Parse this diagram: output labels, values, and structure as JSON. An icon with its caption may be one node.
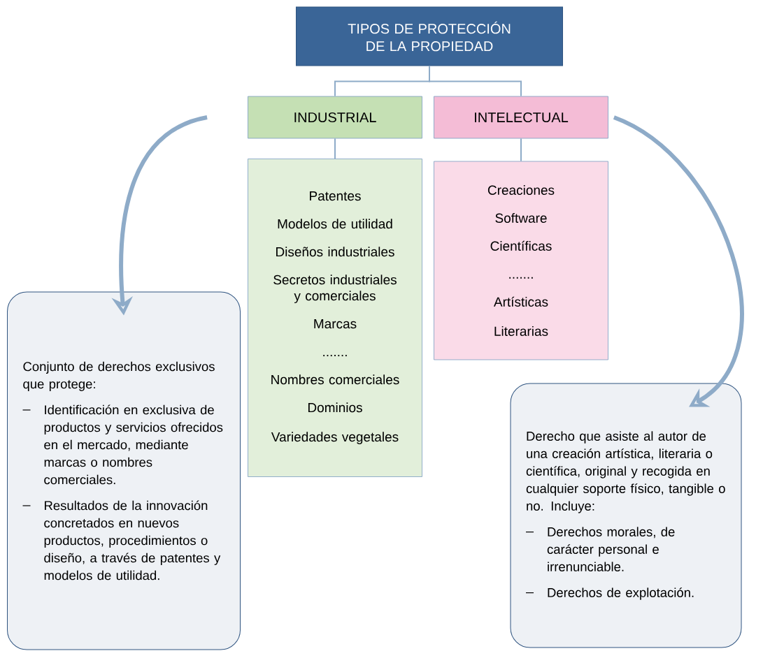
{
  "diagram": {
    "nodes": [
      {
        "text": [
          "TIPOS DE PROTECCIÓN DE LA PROPIEDAD"
        ]
      },
      {
        "text": [
          "INDUSTRIAL"
        ]
      },
      {
        "text": [
          "INTELECTUAL"
        ]
      },
      {
        "text": [
          "Patentes",
          "Modelos de utilidad",
          "Diseños industriales",
          "Secretos industriales y comerciales",
          "Marcas",
          ".......",
          "Nombres comerciales",
          "Dominios",
          "Variedades vegetales"
        ]
      },
      {
        "text": [
          "Creaciones",
          "Software",
          "Científicas",
          ".......",
          "Artísticas",
          "Literarias"
        ]
      },
      {
        "text": [
          "Conjunto de derechos exclusivos que protege:",
          "Identificación en exclusiva de productos y servicios ofrecidos en el mercado, mediante marcas o nombres comerciales.",
          "Resultados de la innovación concretados en nuevos productos, procedimientos o diseño, a través de patentes y modelos de utilidad."
        ]
      },
      {
        "text": [
          "Derecho que asiste al autor de una creación artística, literaria o científica, original y recogida en cualquier soporte físico, tangible o no. Incluye:",
          "Derechos morales, de carácter personal e irrenunciable.",
          "Derechos de explotación."
        ]
      }
    ],
    "edges": [
      {
        "from": 0,
        "to": 1,
        "arrow": "none"
      },
      {
        "from": 0,
        "to": 2,
        "arrow": "none"
      },
      {
        "from": 1,
        "to": 3,
        "arrow": "none"
      },
      {
        "from": 2,
        "to": 4,
        "arrow": "none"
      },
      {
        "from": 1,
        "to": 5,
        "arrow": "to",
        "style": "thick"
      },
      {
        "from": 2,
        "to": 6,
        "arrow": "to",
        "style": "thick"
      }
    ]
  }
}
